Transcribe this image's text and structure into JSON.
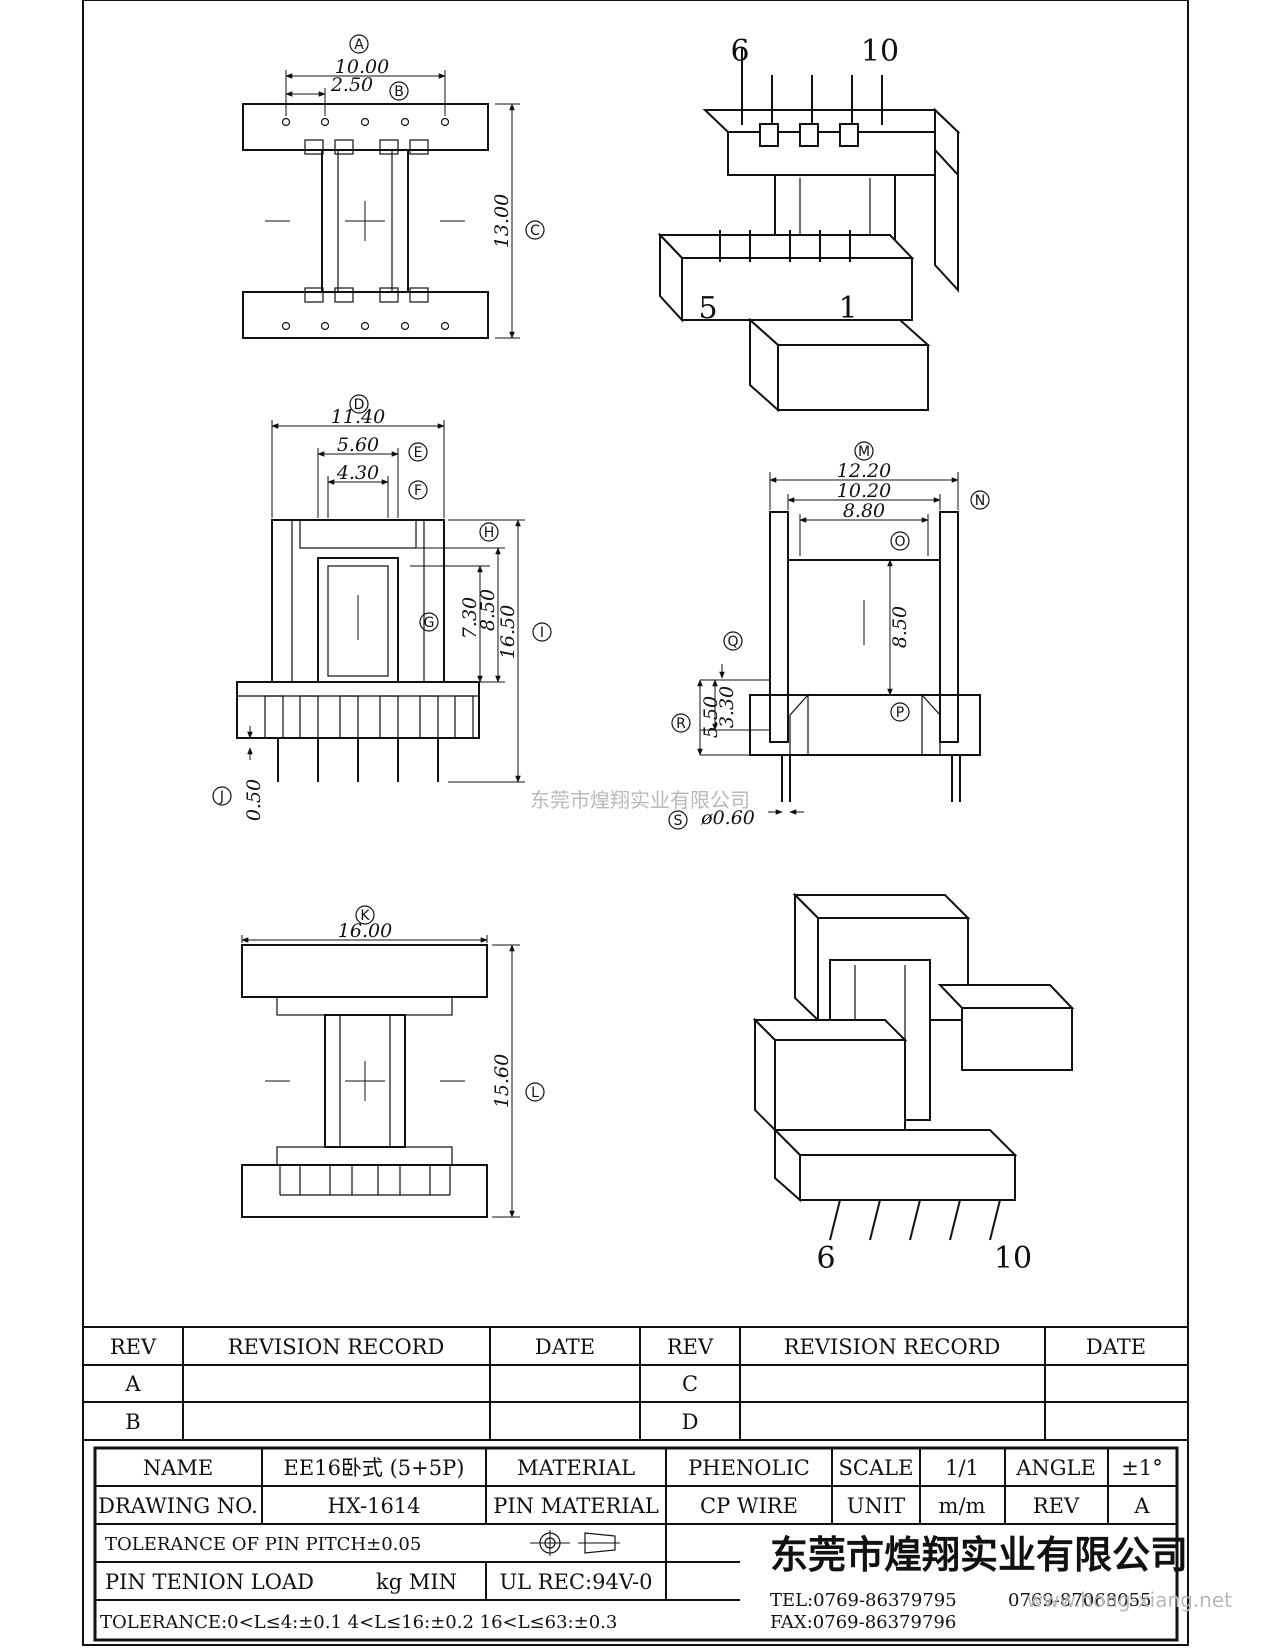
{
  "views": {
    "top": {
      "labels": [
        "A",
        "B",
        "C"
      ],
      "dims": [
        "10.00",
        "2.50",
        "13.00"
      ]
    },
    "iso_top": {
      "pins": [
        "6",
        "10",
        "5",
        "1"
      ]
    },
    "front": {
      "labels": [
        "D",
        "E",
        "F",
        "H",
        "G",
        "I",
        "J"
      ],
      "dims": [
        "11.40",
        "5.60",
        "4.30",
        "7.30",
        "8.50",
        "16.50",
        "0.50"
      ]
    },
    "side": {
      "labels": [
        "M",
        "N",
        "O",
        "Q",
        "P",
        "R",
        "S"
      ],
      "dims": [
        "12.20",
        "10.20",
        "8.80",
        "8.50",
        "3.30",
        "5.50",
        "ø0.60"
      ]
    },
    "bottom": {
      "labels": [
        "K",
        "L"
      ],
      "dims": [
        "16.00",
        "15.60"
      ]
    },
    "iso_bottom": {
      "pins": [
        "6",
        "10"
      ]
    }
  },
  "watermarks": {
    "center": "东莞市煌翔实业有限公司",
    "corner": "www.hong-xiang.net"
  },
  "revision_table": {
    "headers": [
      "REV",
      "REVISION RECORD",
      "DATE",
      "REV",
      "REVISION RECORD",
      "DATE"
    ],
    "left_revs": [
      "A",
      "B"
    ],
    "right_revs": [
      "C",
      "D"
    ]
  },
  "title_block": {
    "name_label": "NAME",
    "name_value": "EE16卧式 (5+5P)",
    "material_label": "MATERIAL",
    "material_value": "PHENOLIC",
    "scale_label": "SCALE",
    "scale_value": "1/1",
    "angle_label": "ANGLE",
    "angle_value": "±1°",
    "drawing_no_label": "DRAWING NO.",
    "drawing_no_value": "HX-1614",
    "pin_material_label": "PIN MATERIAL",
    "pin_material_value": "CP WIRE",
    "unit_label": "UNIT",
    "unit_value": "m/m",
    "rev_label": "REV",
    "rev_value": "A",
    "pin_pitch_tolerance": "TOLERANCE OF PIN PITCH±0.05",
    "pin_tenion_label": "PIN TENION LOAD",
    "pin_tenion_unit": "kg MIN",
    "ul_rec": "UL REC:94V-0",
    "tolerance_line": "TOLERANCE:0<L≤4:±0.1   4<L≤16:±0.2   16<L≤63:±0.3",
    "company": "东莞市煌翔实业有限公司",
    "tel": "TEL:0769-86379795",
    "tel2": "0769-87068055",
    "fax": "FAX:0769-86379796"
  }
}
